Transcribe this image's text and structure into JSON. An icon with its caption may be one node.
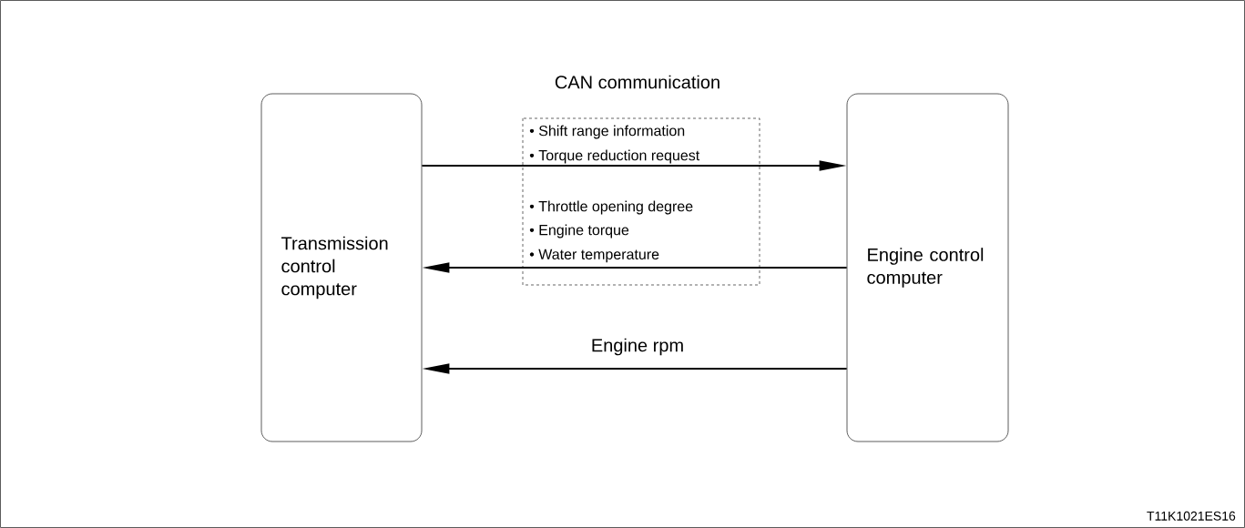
{
  "diagram": {
    "nodes": [
      {
        "text": [
          "Transmission control computer"
        ]
      },
      {
        "text": [
          "Engine control computer"
        ]
      }
    ],
    "edges": [
      {
        "from": 0,
        "to": 1,
        "arrow": "to"
      },
      {
        "from": 1,
        "to": 0,
        "arrow": "to"
      },
      {
        "from": 1,
        "to": 0,
        "arrow": "to",
        "label": "Engine rpm"
      }
    ],
    "labels": [
      "CAN communication",
      "• Shift range information",
      "• Torque reduction request",
      "• Throttle opening degree",
      "• Engine torque",
      "• Water temperature",
      "T11K1021ES16"
    ]
  }
}
